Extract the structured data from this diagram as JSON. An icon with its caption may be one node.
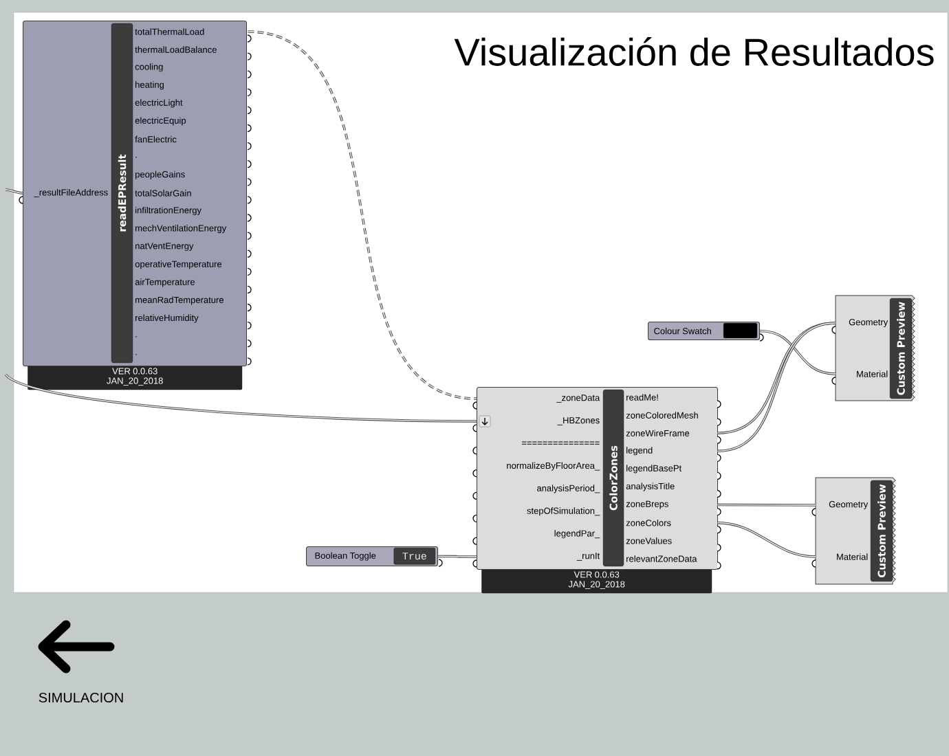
{
  "diagram": {
    "title": "Visualización de Resultados",
    "nodes": [
      {
        "text": [
          "readEPResult",
          "VER 0.0.63 JAN_20_2018"
        ]
      },
      {
        "text": [
          "_resultFileAddress"
        ],
        "in": 0
      },
      {
        "text": [
          "totalThermalLoad"
        ],
        "in": 0
      },
      {
        "text": [
          "thermalLoadBalance"
        ],
        "in": 0
      },
      {
        "text": [
          "cooling"
        ],
        "in": 0
      },
      {
        "text": [
          "heating"
        ],
        "in": 0
      },
      {
        "text": [
          "electricLight"
        ],
        "in": 0
      },
      {
        "text": [
          "electricEquip"
        ],
        "in": 0
      },
      {
        "text": [
          "fanElectric"
        ],
        "in": 0
      },
      {
        "text": [
          "."
        ],
        "in": 0
      },
      {
        "text": [
          "peopleGains"
        ],
        "in": 0
      },
      {
        "text": [
          "totalSolarGain"
        ],
        "in": 0
      },
      {
        "text": [
          "infiltrationEnergy"
        ],
        "in": 0
      },
      {
        "text": [
          "mechVentilationEnergy"
        ],
        "in": 0
      },
      {
        "text": [
          "natVentEnergy"
        ],
        "in": 0
      },
      {
        "text": [
          "operativeTemperature"
        ],
        "in": 0
      },
      {
        "text": [
          "airTemperature"
        ],
        "in": 0
      },
      {
        "text": [
          "meanRadTemperature"
        ],
        "in": 0
      },
      {
        "text": [
          "relativeHumidity"
        ],
        "in": 0
      },
      {
        "text": [
          "."
        ],
        "in": 0
      },
      {
        "text": [
          "."
        ],
        "in": 0
      },
      {
        "text": [
          "ColorZones",
          "VER 0.0.63 JAN_20_2018"
        ]
      },
      {
        "text": [
          "_zoneData"
        ],
        "in": 21
      },
      {
        "text": [
          "_HBZones"
        ],
        "in": 21
      },
      {
        "text": [
          "==============="
        ],
        "in": 21
      },
      {
        "text": [
          "normalizeByFloorArea_"
        ],
        "in": 21
      },
      {
        "text": [
          "analysisPeriod_"
        ],
        "in": 21
      },
      {
        "text": [
          "stepOfSimulation_"
        ],
        "in": 21
      },
      {
        "text": [
          "legendPar_"
        ],
        "in": 21
      },
      {
        "text": [
          "_runIt"
        ],
        "in": 21
      },
      {
        "text": [
          "readMe!"
        ],
        "in": 21
      },
      {
        "text": [
          "zoneColoredMesh"
        ],
        "in": 21
      },
      {
        "text": [
          "zoneWireFrame"
        ],
        "in": 21
      },
      {
        "text": [
          "legend"
        ],
        "in": 21
      },
      {
        "text": [
          "legendBasePt"
        ],
        "in": 21
      },
      {
        "text": [
          "analysisTitle"
        ],
        "in": 21
      },
      {
        "text": [
          "zoneBreps"
        ],
        "in": 21
      },
      {
        "text": [
          "zoneColors"
        ],
        "in": 21
      },
      {
        "text": [
          "zoneValues"
        ],
        "in": 21
      },
      {
        "text": [
          "relevantZoneData"
        ],
        "in": 21
      },
      {
        "text": [
          "Colour Swatch"
        ]
      },
      {
        "text": [
          "Custom Preview"
        ]
      },
      {
        "text": [
          "Geometry"
        ],
        "in": 41
      },
      {
        "text": [
          "Material"
        ],
        "in": 41
      },
      {
        "text": [
          "Boolean Toggle",
          "True"
        ]
      },
      {
        "text": [
          "Custom Preview"
        ]
      },
      {
        "text": [
          "Geometry"
        ],
        "in": 45
      },
      {
        "text": [
          "Material"
        ],
        "in": 45
      }
    ],
    "edges": [
      {
        "from": null,
        "to": 1,
        "arrow": "none"
      },
      {
        "from": 2,
        "to": 22,
        "arrow": "none",
        "style": "dashed"
      },
      {
        "from": null,
        "to": 23,
        "arrow": "none"
      },
      {
        "from": 40,
        "to": 43,
        "arrow": "none"
      },
      {
        "from": 32,
        "to": 42,
        "arrow": "none"
      },
      {
        "from": 33,
        "to": 42,
        "arrow": "none"
      },
      {
        "from": 44,
        "to": 29,
        "arrow": "none"
      },
      {
        "from": 36,
        "to": 46,
        "arrow": "none"
      },
      {
        "from": 37,
        "to": 47,
        "arrow": "none"
      }
    ],
    "labels": [
      "SIMULACION"
    ]
  }
}
